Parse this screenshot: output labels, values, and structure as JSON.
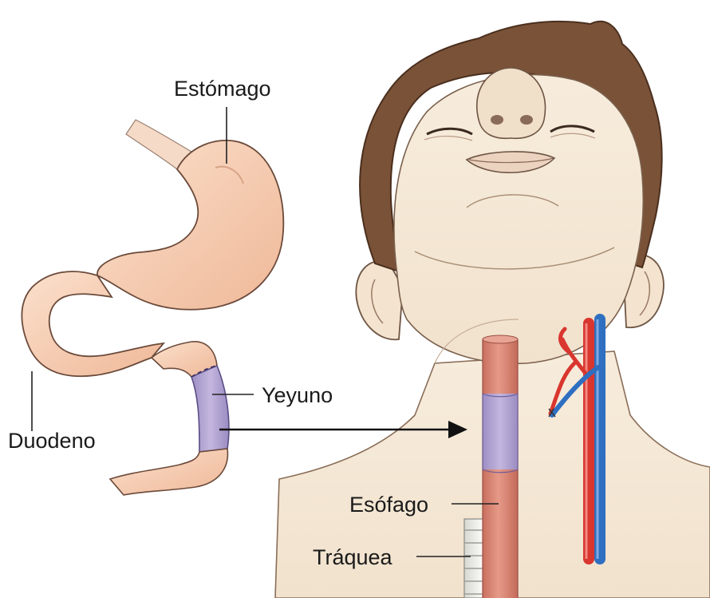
{
  "labels": {
    "stomach": "Estómago",
    "jejunum": "Yeyuno",
    "duodenum": "Duodeno",
    "esophagus": "Esófago",
    "trachea": "Tráquea"
  },
  "colors": {
    "skin": "#f6e9d6",
    "skin_shadow": "#e8d5bd",
    "hair": "#7a5238",
    "stomach": "#f4cbb0",
    "stomach_outline": "#6b4a3a",
    "jejunum_graft": "#b4a5d2",
    "esophagus": "#d98573",
    "artery": "#d9362f",
    "vein": "#2f6fc1",
    "trachea": "#eeeeea"
  }
}
